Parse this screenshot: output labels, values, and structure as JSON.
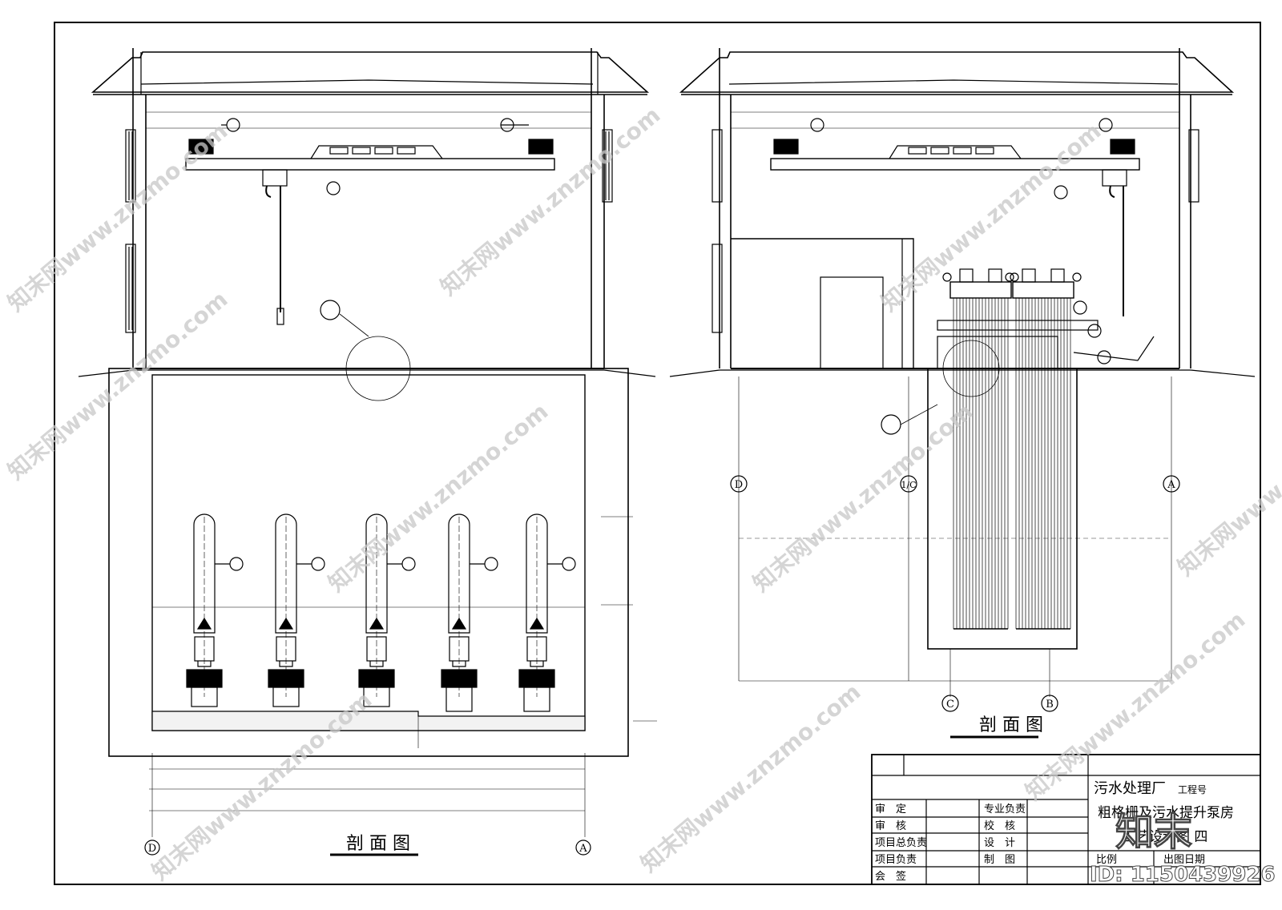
{
  "left_section": {
    "title": "剖 面 图",
    "axis_left": "D",
    "axis_right": "A"
  },
  "right_section": {
    "title": "剖 面 图",
    "axis_labels": [
      "D",
      "1/C",
      "A",
      "C",
      "B"
    ]
  },
  "title_block": {
    "project": "污水处理厂",
    "project_no_label": "工程号",
    "drawing_name": "粗格栅及污水提升泵房",
    "drawing_type": "工艺设计图 四",
    "roles_left": [
      "审　定",
      "审　核",
      "项目总负责",
      "项目负责",
      "会　签"
    ],
    "roles_right": [
      "专业负责",
      "校　核",
      "设　计",
      "制　图"
    ],
    "scale_label": "比例",
    "date_label": "出图日期"
  },
  "watermark": {
    "site": "知末网www.znzmo.com",
    "brand": "知末",
    "id_text": "ID: 1150439926"
  }
}
